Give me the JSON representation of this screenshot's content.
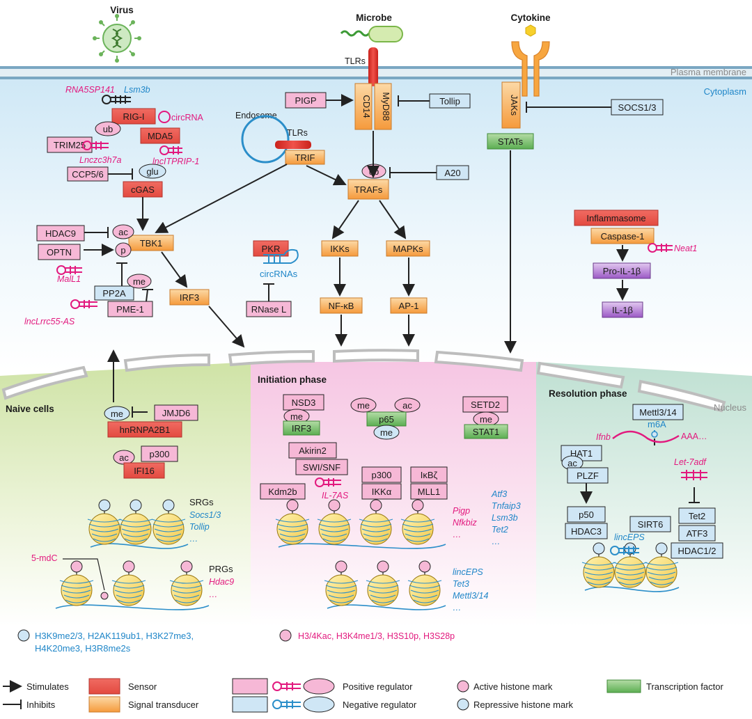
{
  "regions": {
    "plasma_membrane": "Plasma membrane",
    "cytoplasm": "Cytoplasm",
    "nucleus": "Nucleus",
    "naive": "Naive cells",
    "initiation": "Initiation phase",
    "resolution": "Resolution phase"
  },
  "stimuli": {
    "virus": "Virus",
    "microbe": "Microbe",
    "cytokine": "Cytokine"
  },
  "nodes": {
    "rigi": "RIG-I",
    "mda5": "MDA5",
    "trim25": "TRIM25",
    "ccp56": "CCP5/6",
    "cgas": "cGAS",
    "hdac9": "HDAC9",
    "tbk1": "TBK1",
    "optn": "OPTN",
    "pp2a": "PP2A",
    "pme1": "PME-1",
    "irf3": "IRF3",
    "pigp": "PIGP",
    "cd14": "CD14",
    "myd88": "MyD88",
    "tollip": "Tollip",
    "tlrs": "TLRs",
    "endosome": "Endosome",
    "endo_tlrs": "TLRs",
    "trif": "TRIF",
    "traf": "TRAFs",
    "a20": "A20",
    "pkr": "PKR",
    "rnasel": "RNase L",
    "ikks": "IKKs",
    "mapks": "MAPKs",
    "nfkb": "NF-κB",
    "ap1": "AP-1",
    "jaks": "JAKs",
    "socs": "SOCS1/3",
    "stats": "STATs",
    "inflammasome": "Inflammasome",
    "casp1": "Caspase-1",
    "proil1b": "Pro-IL-1β",
    "il1b": "IL-1β",
    "jmjd6": "JMJD6",
    "hnrnpa2b1": "hnRNPA2B1",
    "p300_naive": "p300",
    "ifi16": "IFI16",
    "nsd3": "NSD3",
    "irf3_nuc": "IRF3",
    "p65": "p65",
    "setd2": "SETD2",
    "stat1": "STAT1",
    "akirin2": "Akirin2",
    "swisnf": "SWI/SNF",
    "p300_init": "p300",
    "ikka": "IKKα",
    "ikbz": "IκBζ",
    "mll1": "MLL1",
    "kdm2b": "Kdm2b",
    "mettl": "Mettl3/14",
    "hat1": "HAT1",
    "plzf": "PLZF",
    "p50": "p50",
    "hdac3": "HDAC3",
    "sirt6": "SIRT6",
    "tet2": "Tet2",
    "atf3": "ATF3",
    "hdac12": "HDAC1/2"
  },
  "marks": {
    "ub": "ub",
    "glu": "glu",
    "ac": "ac",
    "p": "p",
    "me": "me"
  },
  "rnas": {
    "rna5sp141": "RNA5SP141",
    "lsm3b": "Lsm3b",
    "circrna": "circRNA",
    "lnczc3h7a": "Lnczc3h7a",
    "lncitprip1": "lncITPRIP-1",
    "mall1": "MalL1",
    "lnclrrc55": "lncLrrc55-AS",
    "circrnas": "circRNAs",
    "neat1": "Neat1",
    "il7as": "IL-7AS",
    "lincepsR": "lincEPS",
    "let7adf": "Let-7adf",
    "ifnb": "Ifnb",
    "m6a": "m6A",
    "aaa": "AAA…"
  },
  "genes": {
    "srgs_title": "SRGs",
    "srgs": [
      "Socs1/3",
      "Tollip",
      "…"
    ],
    "prgs_title": "PRGs",
    "prgs": [
      "Hdac9",
      "…"
    ],
    "five_mdc": "5-mdC",
    "init_pink": [
      "Pigp",
      "Nfkbiz",
      "…"
    ],
    "init_blue": [
      "Atf3",
      "Tnfaip3",
      "Lsm3b",
      "Tet2",
      "…"
    ],
    "init_blue2": [
      "lincEPS",
      "Tet3",
      "Mettl3/14",
      "…"
    ]
  },
  "histone_marks": {
    "repressive_1": "H3K9me2/3, H2AK119ub1, H3K27me3,",
    "repressive_2": "H4K20me3, H3R8me2s",
    "active": "H3/4Kac, H3K4me1/3, H3S10p, H3S28p"
  },
  "legend": {
    "stimulates": "Stimulates",
    "inhibits": "Inhibits",
    "sensor": "Sensor",
    "signal_transducer": "Signal transducer",
    "positive_regulator": "Positive regulator",
    "negative_regulator": "Negative regulator",
    "active_mark": "Active histone mark",
    "repressive_mark": "Repressive histone mark",
    "transcription_factor": "Transcription factor"
  },
  "colors": {
    "sensor": "#e8534b",
    "transducer": "#f6a54c",
    "positive": "#f6b8d6",
    "negative": "#cfe6f5",
    "tf": "#6cbf63",
    "il": "#9b59c5",
    "magenta": "#e2197e",
    "blue": "#1f86c8"
  }
}
